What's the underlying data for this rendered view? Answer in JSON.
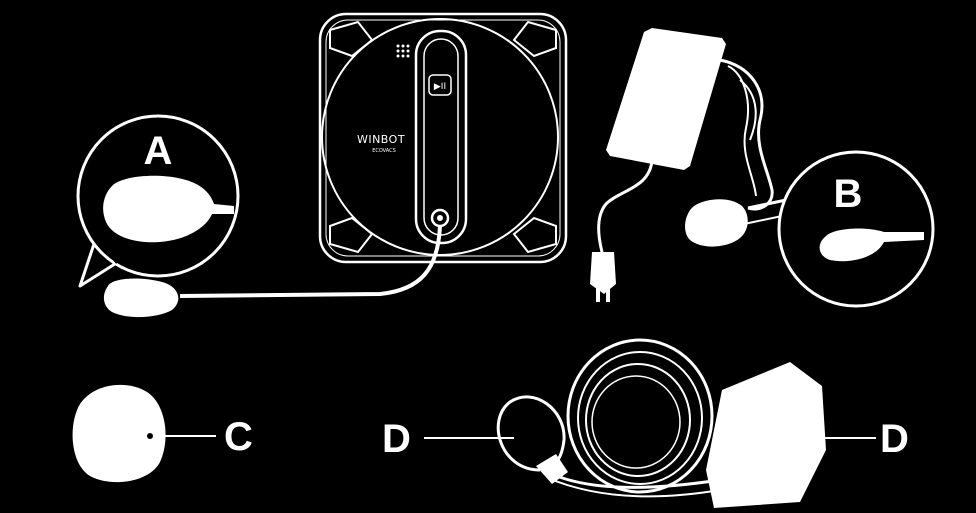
{
  "labels": {
    "a": "A",
    "b": "B",
    "c": "C",
    "d_left": "D",
    "d_right": "D"
  },
  "robot": {
    "brand": "WINBOT",
    "sub_brand": "ECOVACS",
    "button_glyph": "▶II"
  },
  "colors": {
    "background": "#000000",
    "line_art": "#ffffff"
  },
  "icons": {
    "robot": "window-cleaning-robot-icon",
    "power_adapter": "power-adapter-icon",
    "plug": "ac-plug-icon",
    "cable_coil": "coiled-cable-icon",
    "pad": "cleaning-pad-icon"
  }
}
